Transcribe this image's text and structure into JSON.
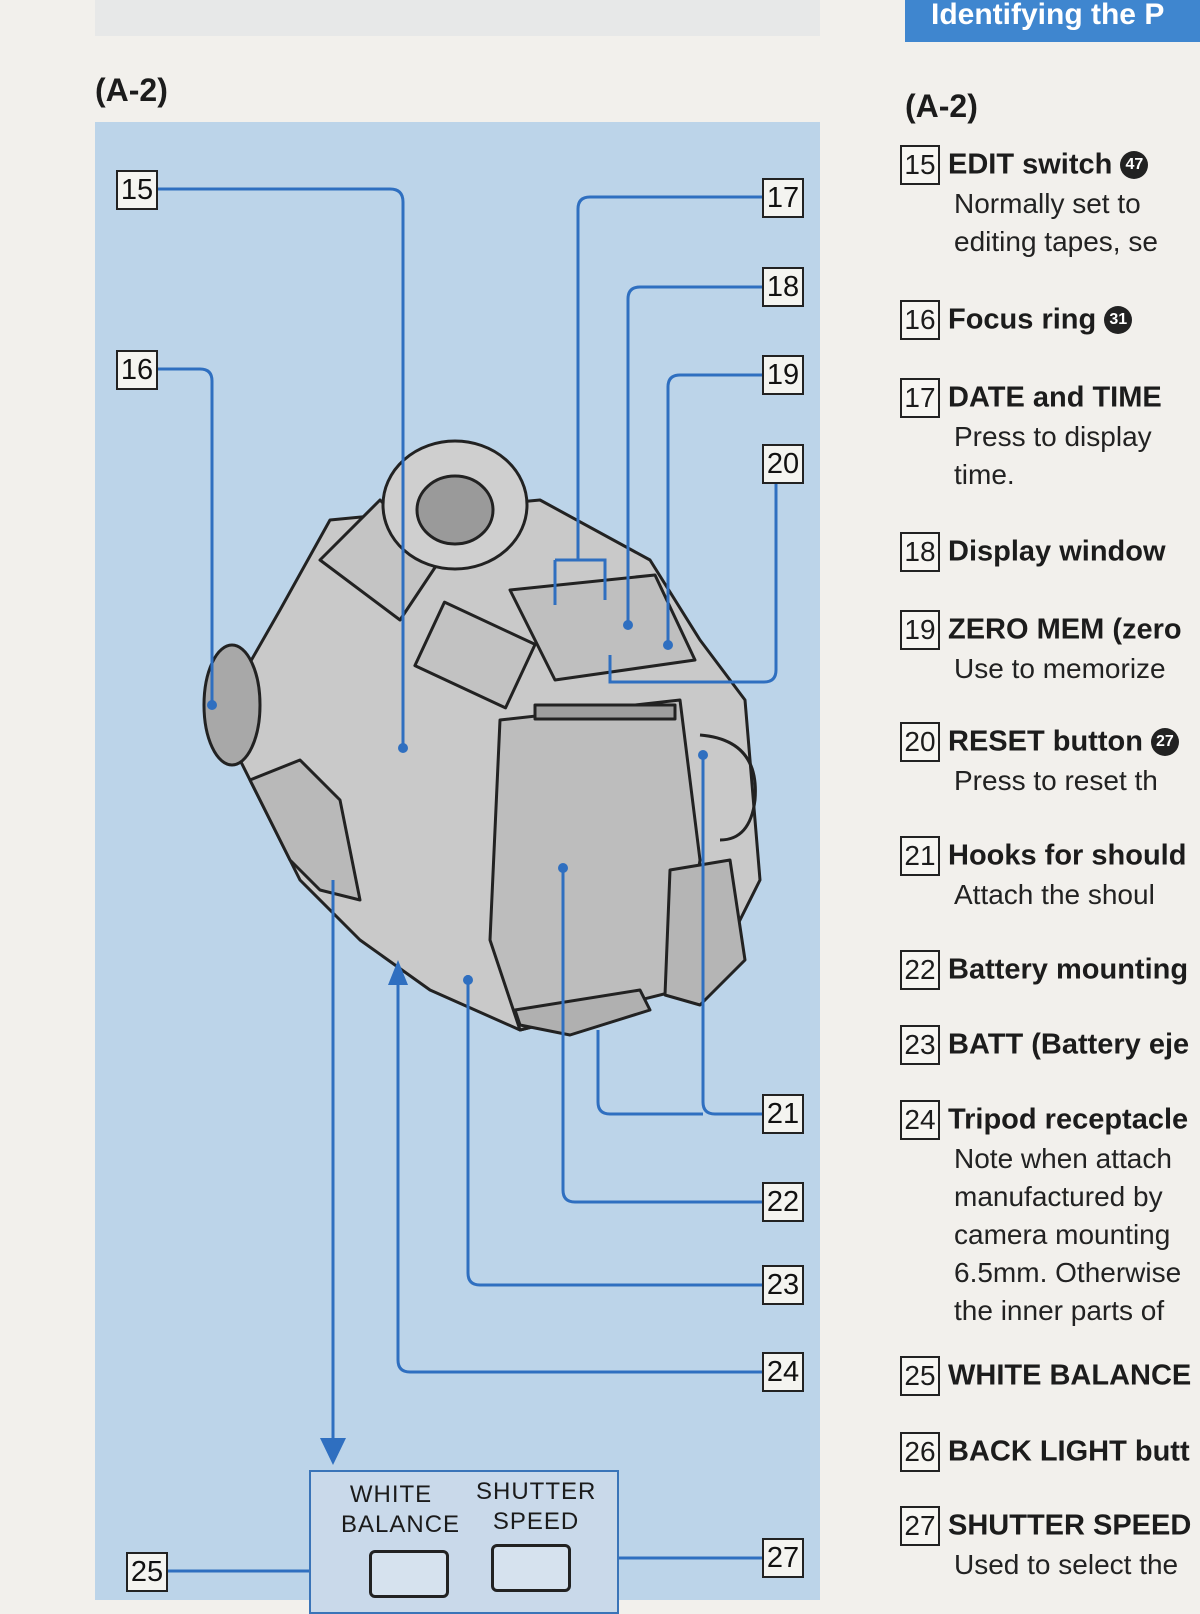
{
  "header": {
    "title": "Identifying the P"
  },
  "diagram": {
    "section_label": "(A-2)",
    "callouts": {
      "n15": "15",
      "n16": "16",
      "n17": "17",
      "n18": "18",
      "n19": "19",
      "n20": "20",
      "n21": "21",
      "n22": "22",
      "n23": "23",
      "n24": "24",
      "n25": "25",
      "n27": "27"
    },
    "button_panel": {
      "white_balance_line1": "WHITE",
      "white_balance_line2": "BALANCE",
      "shutter_speed_line1": "SHUTTER",
      "shutter_speed_line2": "SPEED"
    }
  },
  "descriptions": {
    "section_label": "(A-2)",
    "items": [
      {
        "num": "15",
        "title": "EDIT switch",
        "badge": "47",
        "desc": [
          "Normally set to",
          "editing tapes, se"
        ]
      },
      {
        "num": "16",
        "title": "Focus ring",
        "badge": "31",
        "desc": []
      },
      {
        "num": "17",
        "title": "DATE and TIME",
        "desc": [
          "Press to display",
          "time."
        ]
      },
      {
        "num": "18",
        "title": "Display window",
        "desc": []
      },
      {
        "num": "19",
        "title": "ZERO MEM (zero",
        "desc": [
          "Use to memorize"
        ]
      },
      {
        "num": "20",
        "title": "RESET button",
        "badge": "27",
        "desc": [
          "Press to reset th"
        ]
      },
      {
        "num": "21",
        "title": "Hooks for should",
        "desc": [
          "Attach the shoul"
        ]
      },
      {
        "num": "22",
        "title": "Battery mounting",
        "desc": []
      },
      {
        "num": "23",
        "title": "BATT (Battery eje",
        "desc": []
      },
      {
        "num": "24",
        "title": "Tripod receptacle",
        "desc": [
          "Note when attach",
          "manufactured by",
          "camera mounting",
          "6.5mm. Otherwise",
          "the inner parts of"
        ]
      },
      {
        "num": "25",
        "title": "WHITE BALANCE",
        "desc": []
      },
      {
        "num": "26",
        "title": "BACK LIGHT butt",
        "desc": []
      },
      {
        "num": "27",
        "title": "SHUTTER SPEED",
        "desc": [
          "Used to select the"
        ]
      }
    ]
  },
  "colors": {
    "panel": "#bcd4e9",
    "leader": "#2f6fc0",
    "header": "#3f86cf"
  }
}
